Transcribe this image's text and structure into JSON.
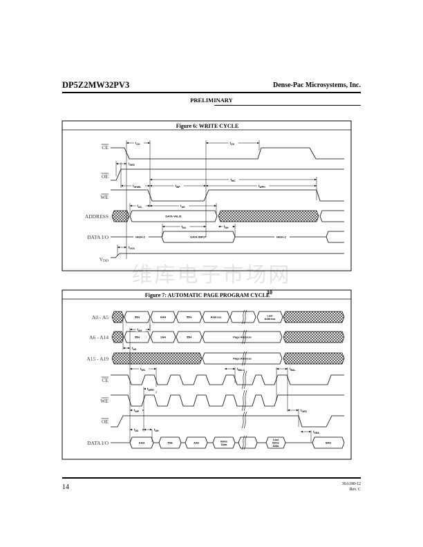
{
  "header": {
    "part_number": "DP5Z2MW32PV3",
    "company": "Dense-Pac Microsystems, Inc.",
    "status": "PRELIMINARY"
  },
  "watermark": "维库电子市场网",
  "figure6": {
    "title": "Figure 6:  WRITE CYCLE",
    "signals": {
      "ce": "CE",
      "oe": "OE",
      "we": "WE",
      "address": "ADDRESS",
      "data": "DATA I/O",
      "vdd": "V",
      "vdd_sub": "DD"
    },
    "bus_labels": {
      "address_valid": "DATA VALID",
      "data_input": "DATA INPUT",
      "highz": "HIGH-Z"
    },
    "timing": {
      "tCS": "CS",
      "tCH": "CH",
      "tOES": "OES",
      "tWC": "WC",
      "tGHWL": "GHWL",
      "tWP": "WP",
      "tWPH": "WPH",
      "tAS": "AS",
      "tAH": "AH",
      "tDS": "DS",
      "tDH": "DH",
      "tVCS": "VCS"
    }
  },
  "figure7": {
    "title": "Figure 7:  AUTOMATIC PAGE PROGRAM CYCLE",
    "title_sup": "10",
    "signals": {
      "a0": "A0 - A5",
      "a6": "A6 - A14",
      "a15": "A15 - A19",
      "ce": "CE",
      "we": "WE",
      "oe": "OE",
      "data": "DATA I/O"
    },
    "a0_labels": [
      "55H",
      "AAH",
      "55H",
      "Address",
      "",
      "Last Address"
    ],
    "a6_labels": [
      "55H",
      "2AH",
      "55H",
      "Page Address"
    ],
    "a15_labels": [
      "Page Address"
    ],
    "data_labels": [
      "AAH",
      "55H",
      "A0H",
      "Write Data",
      "",
      "Last Write Data",
      "SRD"
    ],
    "timing": {
      "tAH": "AH",
      "tAS": "AS",
      "tWC": "WC",
      "tWPH": "WPH",
      "tWP": "WP",
      "tDS": "DS",
      "tDH": "DH",
      "tBALC": "BALC",
      "tBAL": "BAL",
      "tOES": "OES",
      "tSRA": "SRA"
    }
  },
  "footer": {
    "page": "14",
    "doc_number": "30A180-12",
    "revision": "Rev. C"
  }
}
